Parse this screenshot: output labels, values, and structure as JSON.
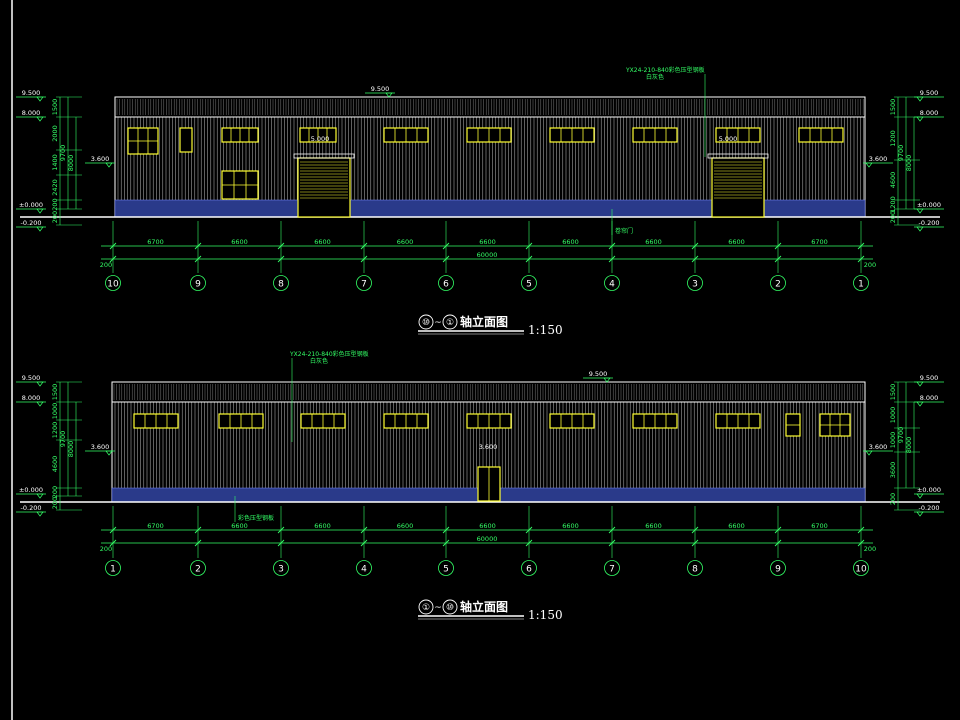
{
  "colors": {
    "background": "#000000",
    "wall": "#ffffff",
    "dimension": "#33ff66",
    "window": "#ffff33",
    "annotation": "#33ff66",
    "base": "#7a8cff"
  },
  "elevations": [
    {
      "title_from": "⑩",
      "title_tilde": "~",
      "title_to": "①",
      "title_text": "轴立面图",
      "scale": "1:150",
      "top_note": "YX24-210-840彩色压型钢板",
      "top_note_sub": "白灰色",
      "door_note": "卷帘门",
      "ridge_level": "9.500",
      "eave_level": "8.000",
      "canopy_level": "3.600",
      "door_level_left": "5.000",
      "door_level_right": "5.000",
      "ground_level": "±0.000",
      "outdoor_level": "-0.200",
      "left_dims": [
        "1500",
        "2000",
        "1400",
        "2420",
        "200",
        "200"
      ],
      "left_totals": [
        "9700",
        "8000"
      ],
      "right_dims": [
        "1500",
        "1200",
        "4600",
        "1200",
        "200"
      ],
      "right_totals": [
        "9700",
        "8000"
      ],
      "bay_dims": [
        "6700",
        "6600",
        "6600",
        "6600",
        "6600",
        "6600",
        "6600",
        "6600",
        "6700"
      ],
      "end_dims": [
        "200",
        "200"
      ],
      "total_length": "60000",
      "axes": [
        "10",
        "9",
        "8",
        "7",
        "6",
        "5",
        "4",
        "3",
        "2",
        "1"
      ]
    },
    {
      "title_from": "①",
      "title_tilde": "~",
      "title_to": "⑩",
      "title_text": "轴立面图",
      "scale": "1:150",
      "top_note": "YX24-210-840彩色压型钢板",
      "top_note_sub": "白灰色",
      "door_note": "彩色压型钢板",
      "ridge_level": "9.500",
      "eave_level": "8.000",
      "canopy_level": "3.600",
      "door_level": "3.600",
      "ground_level": "±0.000",
      "outdoor_level": "-0.200",
      "left_dims": [
        "1500",
        "1000",
        "1200",
        "4600",
        "200",
        "200"
      ],
      "left_totals": [
        "9700",
        "8000"
      ],
      "right_dims": [
        "1500",
        "1000",
        "1000",
        "3600",
        "200"
      ],
      "right_totals": [
        "9700",
        "8000"
      ],
      "bay_dims": [
        "6700",
        "6600",
        "6600",
        "6600",
        "6600",
        "6600",
        "6600",
        "6600",
        "6700"
      ],
      "end_dims": [
        "200",
        "200"
      ],
      "total_length": "60000",
      "axes": [
        "1",
        "2",
        "3",
        "4",
        "5",
        "6",
        "7",
        "8",
        "9",
        "10"
      ]
    }
  ]
}
